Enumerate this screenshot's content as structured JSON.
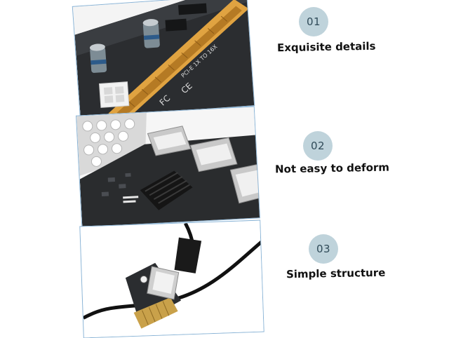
{
  "features": [
    {
      "number": "01",
      "label": "Exquisite details"
    },
    {
      "number": "02",
      "label": "Not easy to deform"
    },
    {
      "number": "03",
      "label": "Simple structure"
    }
  ],
  "board_print": {
    "slot_label": "PCI-E 1X TO 16X",
    "ce_mark": "CE",
    "fc_mark": "FC"
  },
  "colors": {
    "badge_fill": "#bfd3db",
    "badge_text": "#2f4a58",
    "caption_text": "#111111",
    "panel_border": "#8ab4d6",
    "pcb": "#2a2c2e",
    "slot_gold": "#e0a341"
  }
}
